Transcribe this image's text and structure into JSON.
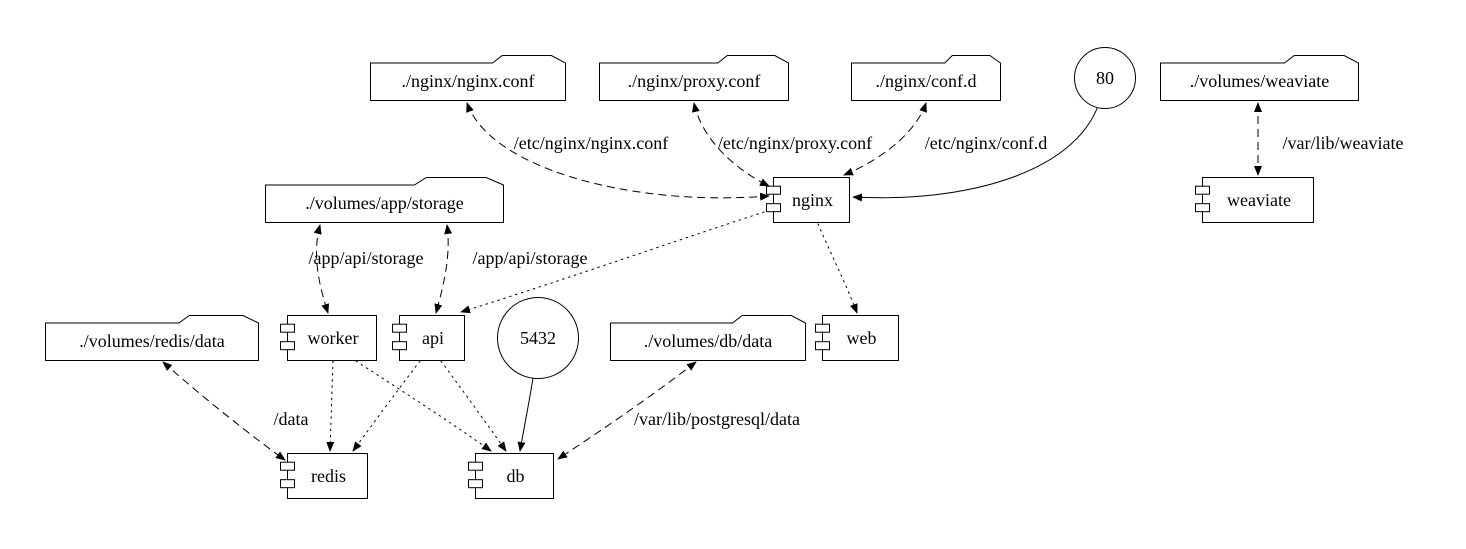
{
  "diagram": {
    "nodes": {
      "folder_nginx_conf": {
        "label": "./nginx/nginx.conf"
      },
      "folder_proxy_conf": {
        "label": "./nginx/proxy.conf"
      },
      "folder_conf_d": {
        "label": "./nginx/conf.d"
      },
      "port_80": {
        "label": "80"
      },
      "folder_weaviate": {
        "label": "./volumes/weaviate"
      },
      "folder_app_storage": {
        "label": "./volumes/app/storage"
      },
      "comp_nginx": {
        "label": "nginx"
      },
      "comp_weaviate": {
        "label": "weaviate"
      },
      "folder_redis_data": {
        "label": "./volumes/redis/data"
      },
      "comp_worker": {
        "label": "worker"
      },
      "comp_api": {
        "label": "api"
      },
      "port_5432": {
        "label": "5432"
      },
      "folder_db_data": {
        "label": "./volumes/db/data"
      },
      "comp_web": {
        "label": "web"
      },
      "comp_redis": {
        "label": "redis"
      },
      "comp_db": {
        "label": "db"
      }
    },
    "edge_labels": {
      "etc_nginx_nginx_conf": "/etc/nginx/nginx.conf",
      "etc_nginx_proxy_conf": "/etc/nginx/proxy.conf",
      "etc_nginx_conf_d": "/etc/nginx/conf.d",
      "var_lib_weaviate": "/var/lib/weaviate",
      "app_api_storage_worker": "/app/api/storage",
      "app_api_storage_api": "/app/api/storage",
      "data": "/data",
      "var_lib_postgresql_data": "/var/lib/postgresql/data"
    }
  }
}
